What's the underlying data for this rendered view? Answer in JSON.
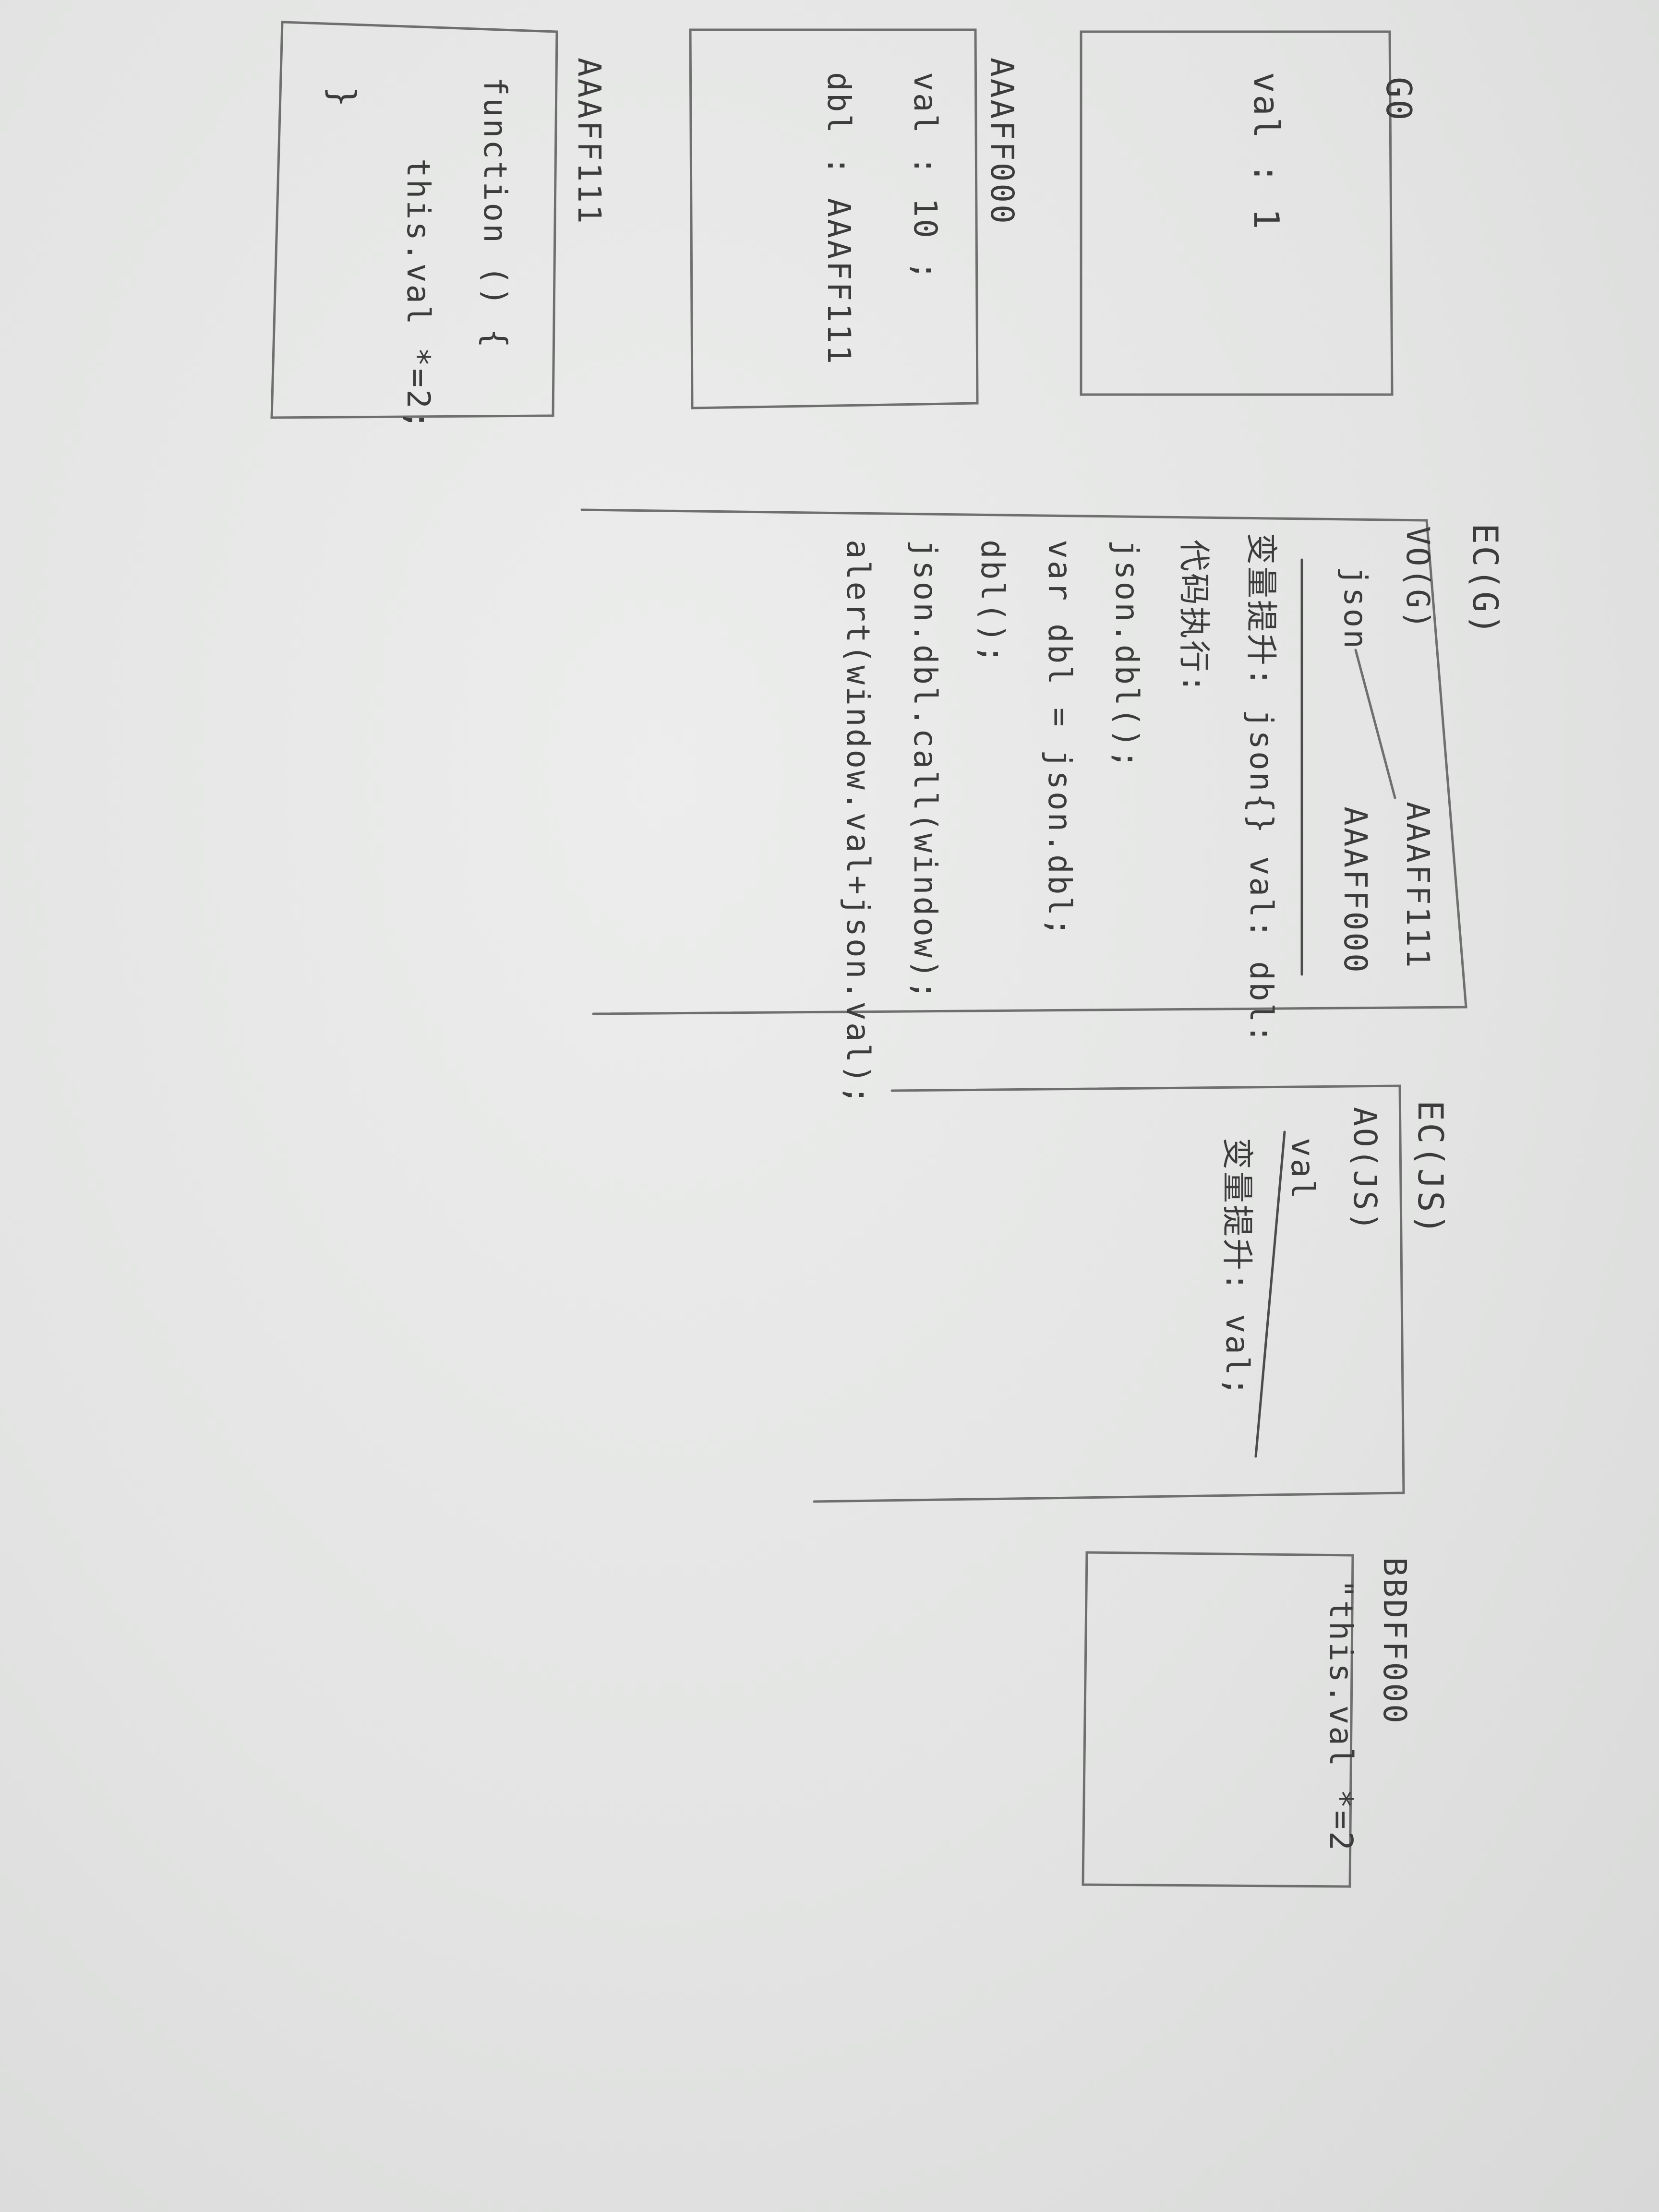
{
  "memory": {
    "g0": {
      "label": "G0",
      "content": "val : 1"
    },
    "obj1": {
      "label": "AAAFF000",
      "line1": "val : 10 ;",
      "line2": "dbl : AAAFF111"
    },
    "func1": {
      "label": "AAAFF111",
      "line1": "function () {",
      "line2": "this.val *=2;",
      "line3": "}"
    },
    "func2": {
      "label": "BBDFF000",
      "content": "\"this.val *=2"
    }
  },
  "ec_global": {
    "title": "EC(G)",
    "vo": "VO(G)",
    "var_name": "json",
    "ptr1": "AAAFF111",
    "ptr2": "AAAFF000",
    "code": [
      "变量提升: json{} val: dbl:",
      "代码执行:",
      "json.dbl();",
      "var dbl = json.dbl;",
      "dbl();",
      "json.dbl.call(window);",
      "alert(window.val+json.val);"
    ]
  },
  "ec_js": {
    "title": "EC(JS)",
    "ao": "AO(JS)",
    "var_name": "val",
    "code": "变量提升: val;"
  }
}
